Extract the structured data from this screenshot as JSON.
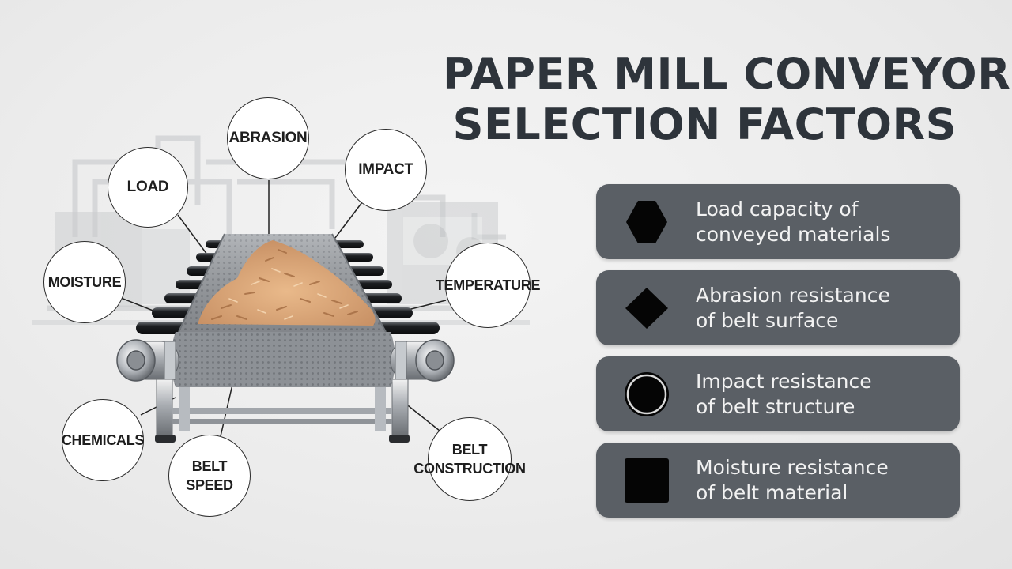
{
  "title": {
    "line1": "PAPER MILL CONVEYOR",
    "line2": "SELECTION FACTORS"
  },
  "factors": [
    {
      "icon": "hexagon-icon",
      "line1": "Load capacity of",
      "line2": "conveyed materials"
    },
    {
      "icon": "diamond-icon",
      "line1": "Abrasion resistance",
      "line2": "of belt surface"
    },
    {
      "icon": "circle-icon",
      "line1": "Impact resistance",
      "line2": "of belt structure"
    },
    {
      "icon": "square-icon",
      "line1": "Moisture resistance",
      "line2": "of belt material"
    }
  ],
  "labels": {
    "abrasion": "ABRASION",
    "load": "LOAD",
    "impact": "IMPACT",
    "moisture": "MOISTURE",
    "temperature": "TEMPERATURE",
    "chemicals": "CHEMICALS",
    "belt_speed_1": "BELT",
    "belt_speed_2": "SPEED",
    "belt_construction_1": "BELT",
    "belt_construction_2": "CONSTRUCTION"
  },
  "colors": {
    "card_bg": "#5a5f65",
    "card_text": "#f2f2f2",
    "title": "#2e343b",
    "icon": "#050505"
  }
}
